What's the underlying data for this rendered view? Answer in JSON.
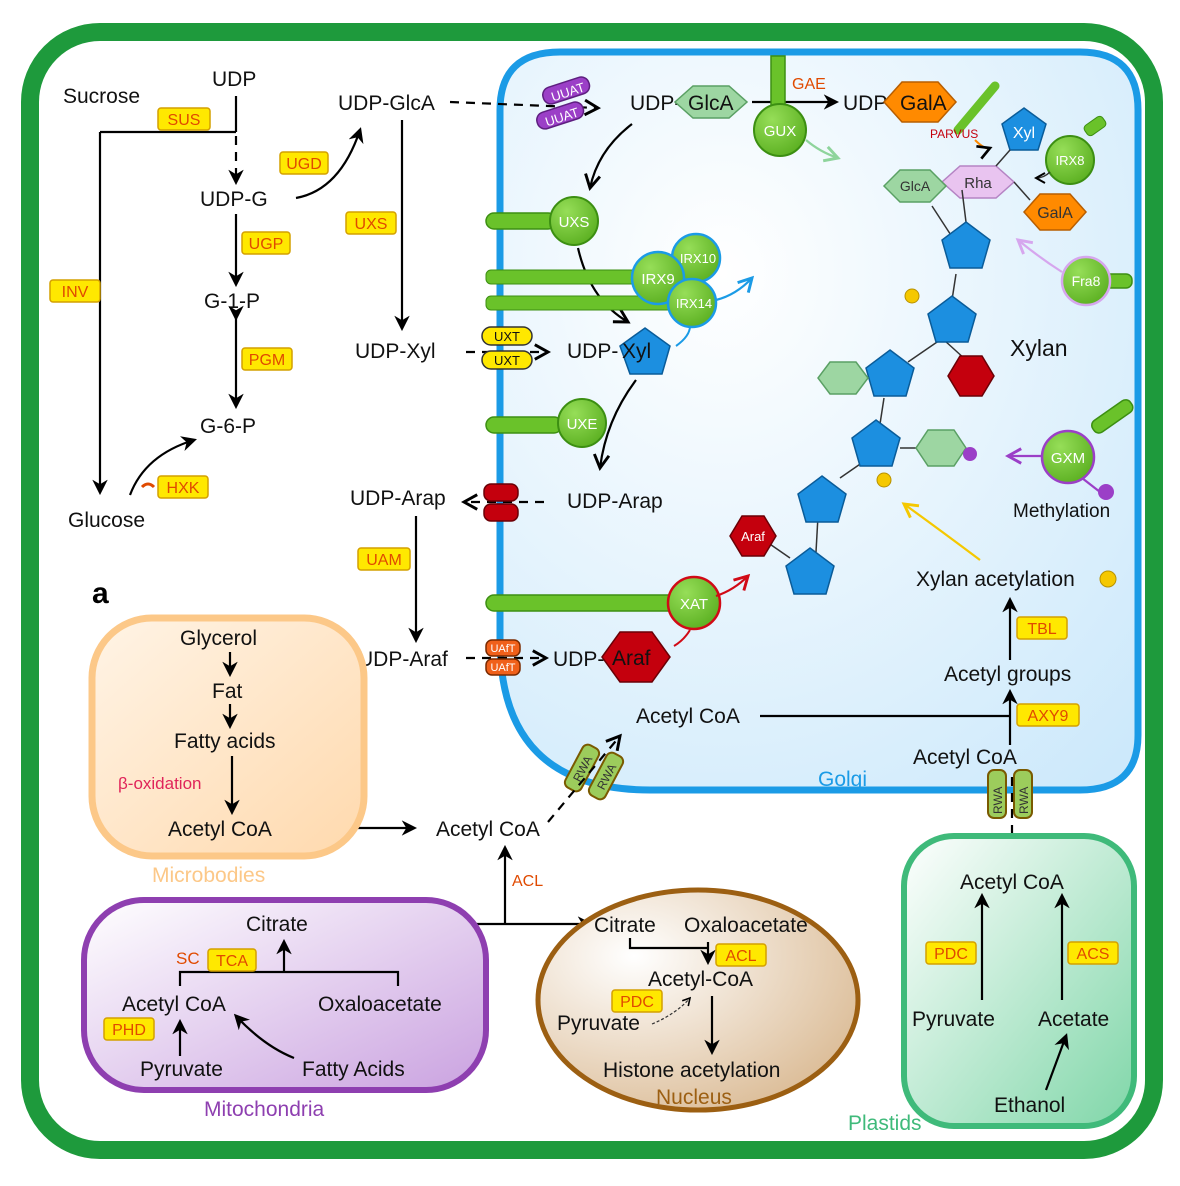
{
  "panel_letter": "a",
  "compartments": {
    "golgi": "Golgi",
    "microbodies": "Microbodies",
    "mitochondria": "Mitochondria",
    "nucleus": "Nucleus",
    "plastids": "Plastids"
  },
  "metabolites": {
    "sucrose": "Sucrose",
    "udp": "UDP",
    "udp_g": "UDP-G",
    "g1p": "G-1-P",
    "g6p": "G-6-P",
    "glucose": "Glucose",
    "udp_glca": "UDP-GlcA",
    "udp_xyl": "UDP-Xyl",
    "udp_arap": "UDP-Arap",
    "udp_araf": "UDP-Araf",
    "udp_glca_golgi_prefix": "UDP-",
    "udp_glca_golgi_ring": "GlcA",
    "udp_gala_prefix": "UDP-",
    "udp_gala_ring": "GalA",
    "udp_xyl_golgi_prefix": "UDP-",
    "udp_xyl_golgi_ring": "Xyl",
    "udp_arap_golgi": "UDP-Arap",
    "udp_araf_golgi_prefix": "UDP-",
    "udp_araf_golgi_ring": "Araf",
    "xylan": "Xylan",
    "xylan_acetylation": "Xylan acetylation",
    "acetyl_groups": "Acetyl groups",
    "acetyl_coa_golgi": "Acetyl CoA",
    "acetyl_coa_right": "Acetyl CoA",
    "acetyl_coa_center": "Acetyl CoA",
    "glycerol": "Glycerol",
    "fat": "Fat",
    "fatty_acids": "Fatty acids",
    "beta_oxidation": "β-oxidation",
    "acetyl_coa_micro": "Acetyl CoA",
    "citrate_mito": "Citrate",
    "acetyl_coa_mito": "Acetyl CoA",
    "oxaloacetate_mito": "Oxaloacetate",
    "pyruvate_mito": "Pyruvate",
    "fatty_acids_mito": "Fatty Acids",
    "citrate_nuc": "Citrate",
    "oxaloacetate_nuc": "Oxaloacetate",
    "acetyl_coa_nuc": "Acetyl-CoA",
    "pyruvate_nuc": "Pyruvate",
    "histone_acetylation": "Histone acetylation",
    "acetyl_coa_plastid": "Acetyl CoA",
    "pyruvate_plastid": "Pyruvate",
    "acetate_plastid": "Acetate",
    "ethanol_plastid": "Ethanol",
    "methylation": "Methylation"
  },
  "enzymes": {
    "sus": "SUS",
    "inv": "INV",
    "ugd": "UGD",
    "ugp": "UGP",
    "pgm": "PGM",
    "hxk": "HXK",
    "uxs_cyto": "UXS",
    "uam": "UAM",
    "tbl": "TBL",
    "axy9": "AXY9",
    "pdc_plastid": "PDC",
    "acs": "ACS",
    "acl_nuc": "ACL",
    "pdc_nuc": "PDC",
    "tca": "TCA",
    "sc": "SC",
    "phd": "PHD",
    "acl_cyto": "ACL",
    "gae": "GAE"
  },
  "transporters": {
    "uuat1": "UUAT",
    "uuat2": "UUAT",
    "uxt1": "UXT",
    "uxt2": "UXT",
    "uaft1": "UAfT",
    "uaft2": "UAfT",
    "rwa_left1": "RWA",
    "rwa_left2": "RWA",
    "rwa_right1": "RWA",
    "rwa_right2": "RWA"
  },
  "golgi_proteins": {
    "gux": "GUX",
    "parvus": "PARVUS",
    "irx8": "IRX8",
    "uxs": "UXS",
    "irx9": "IRX9",
    "irx10": "IRX10",
    "irx14": "IRX14",
    "fra8": "Fra8",
    "uxe": "UXE",
    "gxm": "GXM",
    "xat": "XAT"
  },
  "sugar_labels": {
    "glca": "GlcA",
    "rha": "Rha",
    "xyl": "Xyl",
    "gala": "GalA",
    "araf": "Araf"
  },
  "colors": {
    "cell_wall": "#1e9a3c",
    "golgi_membrane": "#1b9be6",
    "golgi_fill": "#e6f4fd",
    "enzyme_fill": "#ffe800",
    "enzyme_border": "#d4a000",
    "enzyme_text": "#e04a00",
    "protein_green": "#6ac22a",
    "protein_green_dark": "#3c8f12",
    "xylose_blue": "#1c8fe0",
    "glca_green": "#9dd6a2",
    "ara_red": "#c4000d",
    "gala_orange": "#ff8a00",
    "rha_pink": "#e9c4f0",
    "acetyl_yellow": "#f5c800",
    "methyl_purple": "#9b3fc7",
    "microbodies": "#fcc888",
    "mitochondria": "#8e3fb0",
    "nucleus": "#9c5f12",
    "plastids": "#3fba7a",
    "golgi_label": "#1b9be6"
  }
}
